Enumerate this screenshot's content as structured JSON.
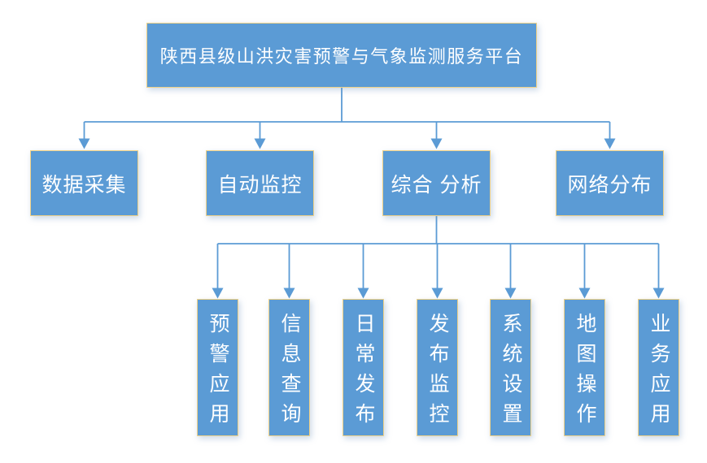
{
  "diagram": {
    "root": {
      "label": "陕西县级山洪灾害预警与气象监测服务平台"
    },
    "children": [
      {
        "label": "数据采集"
      },
      {
        "label": "自动监控"
      },
      {
        "label": "综合 分析",
        "children": [
          {
            "label": "预警应用"
          },
          {
            "label": "信息查询"
          },
          {
            "label": "日常发布"
          },
          {
            "label": "发布监控"
          },
          {
            "label": "系统设置"
          },
          {
            "label": "地图操作"
          },
          {
            "label": "业务应用"
          }
        ]
      },
      {
        "label": "网络分布"
      }
    ],
    "colors": {
      "box_fill": "#5B9BD5",
      "box_border": "#EFD187",
      "connector": "#5B9BD5",
      "text": "#FFFFFF",
      "background": "#FFFFFF"
    }
  }
}
